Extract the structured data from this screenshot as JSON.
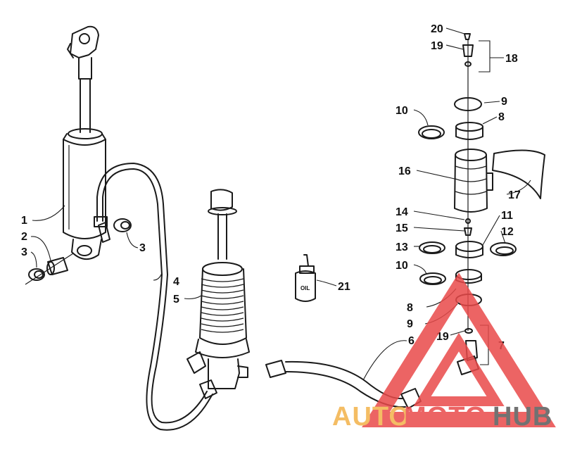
{
  "diagram": {
    "labels": [
      {
        "id": "1",
        "text": "1"
      },
      {
        "id": "2",
        "text": "2"
      },
      {
        "id": "3a",
        "text": "3"
      },
      {
        "id": "3b",
        "text": "3"
      },
      {
        "id": "4",
        "text": "4"
      },
      {
        "id": "5",
        "text": "5"
      },
      {
        "id": "6",
        "text": "6"
      },
      {
        "id": "7",
        "text": "7"
      },
      {
        "id": "8a",
        "text": "8"
      },
      {
        "id": "8b",
        "text": "8"
      },
      {
        "id": "9a",
        "text": "9"
      },
      {
        "id": "9b",
        "text": "9"
      },
      {
        "id": "10a",
        "text": "10"
      },
      {
        "id": "10b",
        "text": "10"
      },
      {
        "id": "11",
        "text": "11"
      },
      {
        "id": "12",
        "text": "12"
      },
      {
        "id": "13",
        "text": "13"
      },
      {
        "id": "14",
        "text": "14"
      },
      {
        "id": "15",
        "text": "15"
      },
      {
        "id": "16",
        "text": "16"
      },
      {
        "id": "17",
        "text": "17"
      },
      {
        "id": "18",
        "text": "18"
      },
      {
        "id": "19a",
        "text": "19"
      },
      {
        "id": "19b",
        "text": "19"
      },
      {
        "id": "20",
        "text": "20"
      },
      {
        "id": "21",
        "text": "21"
      }
    ],
    "bottle_label": "OIL"
  },
  "watermark": {
    "part1": "AUTO",
    "part2": "MOTO",
    "part3": "HUB",
    "colors": {
      "auto": "#f3b24a",
      "moto": "#e94a4a",
      "hub": "#5a5a5a",
      "triangle": "#e94a4a"
    }
  }
}
